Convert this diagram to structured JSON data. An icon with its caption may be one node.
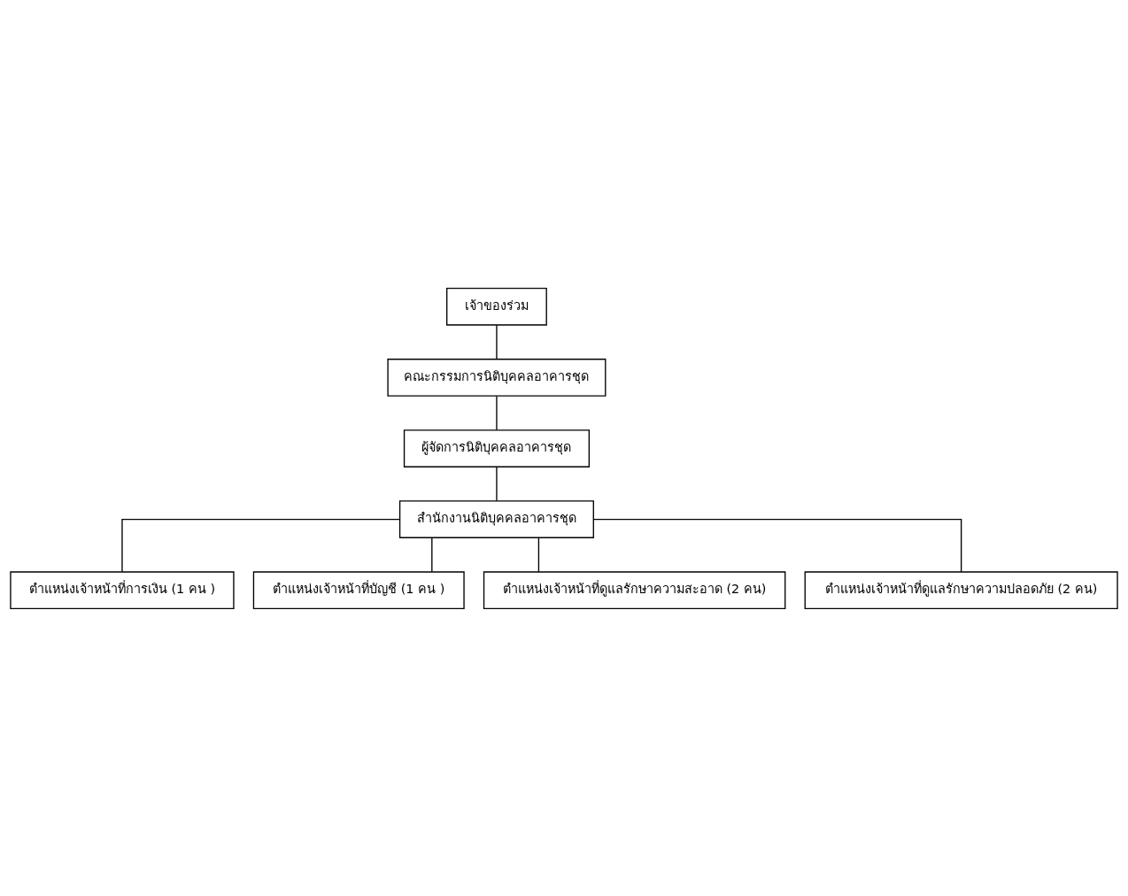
{
  "diagram": {
    "nodes": [
      {
        "text": [
          "เจ้าของร่วม"
        ]
      },
      {
        "text": [
          "คณะกรรมการนิติบุคคลอาคารชุด"
        ]
      },
      {
        "text": [
          "ผู้จัดการนิติบุคคลอาคารชุด"
        ]
      },
      {
        "text": [
          "สำนักงานนิติบุคคลอาคารชุด"
        ]
      },
      {
        "text": [
          "ตำแหน่งเจ้าหน้าที่การเงิน (1 คน )"
        ]
      },
      {
        "text": [
          "ตำแหน่งเจ้าหน้าที่บัญชี (1 คน )"
        ]
      },
      {
        "text": [
          "ตำแหน่งเจ้าหน้าที่ดูแลรักษาความสะอาด (2 คน)"
        ]
      },
      {
        "text": [
          "ตำแหน่งเจ้าหน้าที่ดูแลรักษาความปลอดภัย (2 คน)"
        ]
      }
    ],
    "edges": [
      {
        "from": 0,
        "to": 1,
        "arrow": "none"
      },
      {
        "from": 1,
        "to": 2,
        "arrow": "none"
      },
      {
        "from": 2,
        "to": 3,
        "arrow": "none"
      },
      {
        "from": 3,
        "to": 4,
        "arrow": "none"
      },
      {
        "from": 3,
        "to": 5,
        "arrow": "none"
      },
      {
        "from": 3,
        "to": 6,
        "arrow": "none"
      },
      {
        "from": 3,
        "to": 7,
        "arrow": "none"
      }
    ]
  }
}
